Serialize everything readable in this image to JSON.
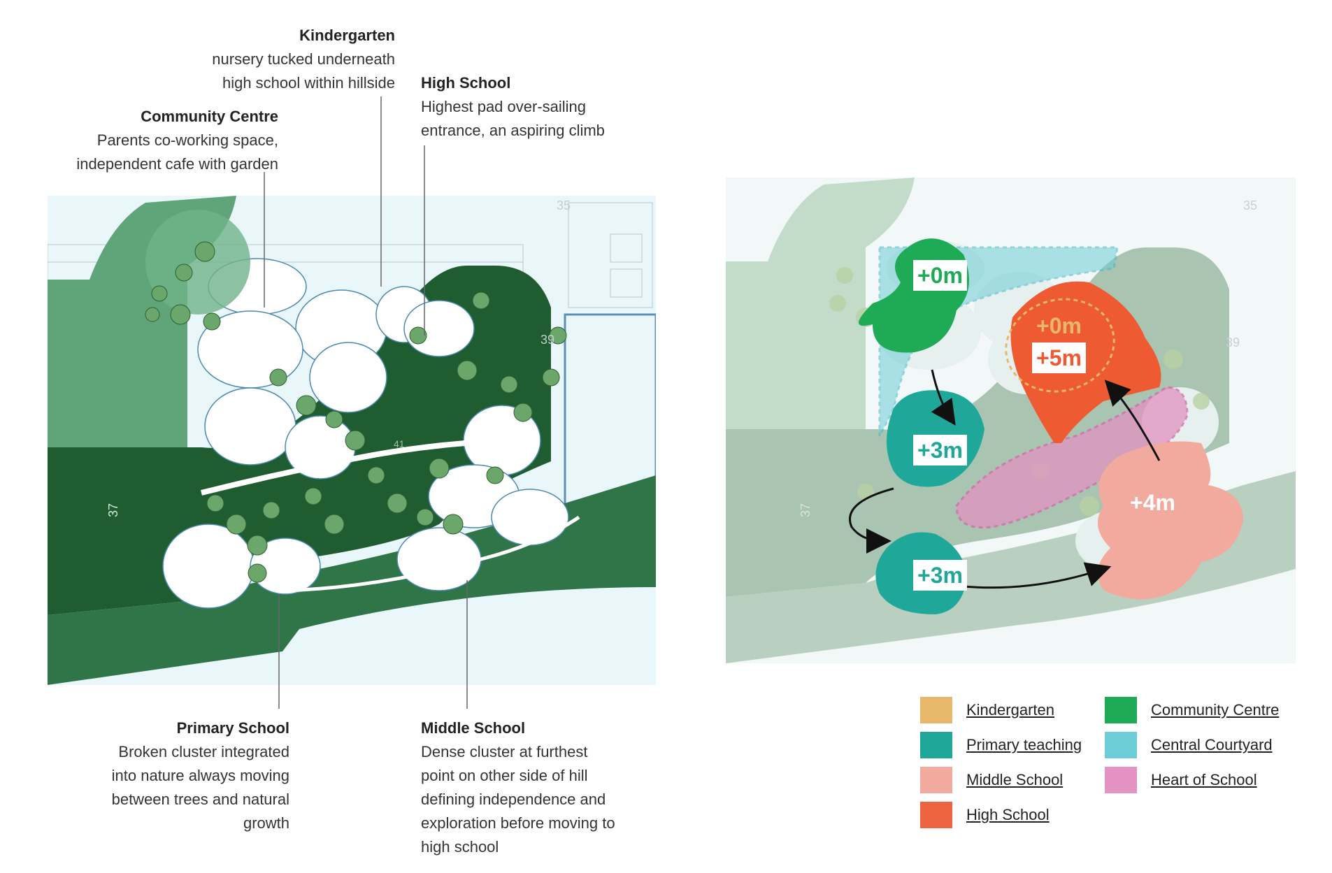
{
  "annotations": {
    "kindergarten": {
      "title": "Kindergarten",
      "desc": "nursery tucked underneath\nhigh school within hillside"
    },
    "high_school": {
      "title": "High School",
      "desc": "Highest pad over-sailing\nentrance, an aspiring climb"
    },
    "community_centre": {
      "title": "Community Centre",
      "desc": "Parents co-working space,\nindependent cafe with garden"
    },
    "primary_school": {
      "title": "Primary School",
      "desc": "Broken cluster integrated\ninto nature always moving\nbetween trees and natural\ngrowth"
    },
    "middle_school": {
      "title": "Middle School",
      "desc": "Dense cluster at furthest\npoint on other side of hill\ndefining independence and\nexploration before moving to\nhigh school"
    }
  },
  "map_labels": {
    "contour_35": "35",
    "contour_37": "37",
    "contour_39": "39",
    "contour_41": "41"
  },
  "levels": {
    "community": "+0m",
    "high_lower": "+0m",
    "high_upper": "+5m",
    "primary_upper": "+3m",
    "primary_lower": "+3m",
    "middle": "+4m"
  },
  "legend": {
    "kindergarten": {
      "label": "Kindergarten",
      "color": "#e8b86a"
    },
    "community_centre": {
      "label": "Community Centre",
      "color": "#1faa56"
    },
    "primary_teaching": {
      "label": "Primary teaching",
      "color": "#1fa79a"
    },
    "central_courtyard": {
      "label": "Central Courtyard",
      "color": "#6ccdd6"
    },
    "middle_school": {
      "label": "Middle School",
      "color": "#f3aa9e"
    },
    "heart_of_school": {
      "label": "Heart of School",
      "color": "#e392c2"
    },
    "high_school": {
      "label": "High School",
      "color": "#ee6440"
    }
  }
}
